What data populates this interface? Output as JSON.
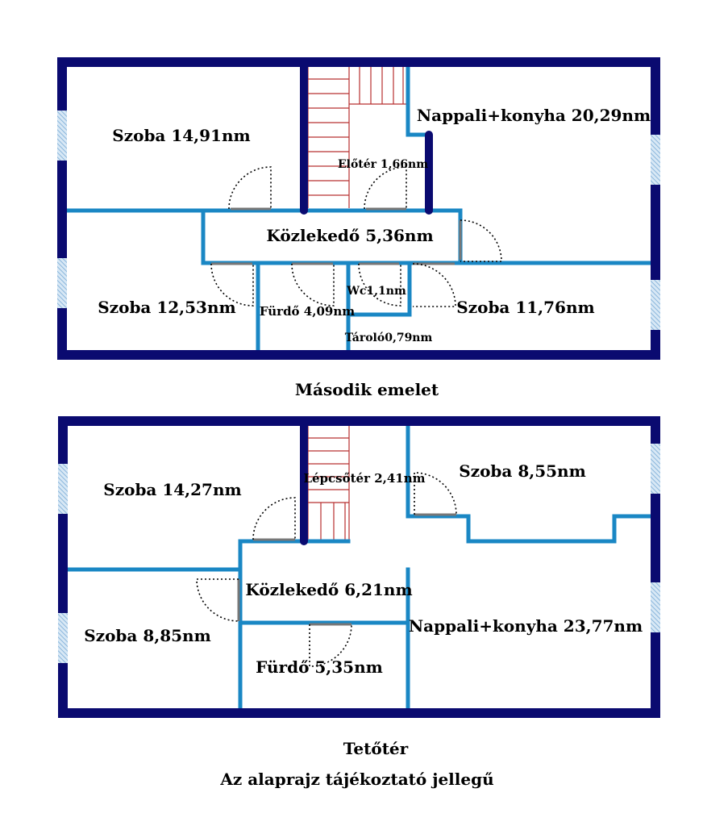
{
  "colors": {
    "outer_wall": "#0a0a70",
    "inner_wall": "#1a87c4",
    "stairs": "#b83030",
    "window": "#a8cbe6",
    "door_swing": "#000000",
    "background": "#ffffff"
  },
  "floor_second": {
    "caption": "Második emelet",
    "rooms": {
      "szoba_a": "Szoba 14,91nm",
      "nappali": "Nappali+konyha 20,29nm",
      "eloter": "Előtér 1,66nm",
      "kozlekedo": "Közlekedő 5,36nm",
      "szoba_b": "Szoba 12,53nm",
      "furdo": "Fürdő 4,09nm",
      "wc": "Wc1,1nm",
      "szoba_c": "Szoba 11,76nm",
      "tarolo": "Tároló0,79nm"
    }
  },
  "floor_attic": {
    "caption": "Tetőtér",
    "rooms": {
      "szoba_a": "Szoba 14,27nm",
      "lepcsoter": "Lépcsőtér 2,41nm",
      "szoba_b": "Szoba 8,55nm",
      "kozlekedo": "Közlekedő 6,21nm",
      "szoba_c": "Szoba 8,85nm",
      "nappali": "Nappali+konyha 23,77nm",
      "furdo": "Fürdő 5,35nm"
    }
  },
  "disclaimer": "Az alaprajz tájékoztató jellegű"
}
